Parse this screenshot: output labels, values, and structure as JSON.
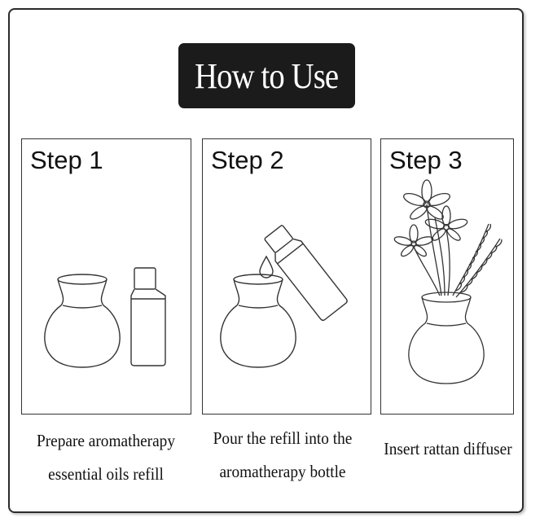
{
  "title": "How to Use",
  "steps": [
    {
      "label": "Step 1",
      "caption_line1": "Prepare aromatherapy",
      "caption_line2": "essential oils refill"
    },
    {
      "label": "Step 2",
      "caption_line1": "Pour the refill into the",
      "caption_line2": "aromatherapy bottle"
    },
    {
      "label": "Step 3",
      "caption_line1": "Insert rattan diffuser",
      "caption_line2": ""
    }
  ],
  "colors": {
    "title_background": "#1b1b1b",
    "title_text": "#ffffff",
    "line": "#333333"
  },
  "icons": [
    "vase-icon",
    "oil-bottle-icon",
    "drop-icon",
    "flower-diffuser-icon",
    "rattan-spiral-icon"
  ]
}
